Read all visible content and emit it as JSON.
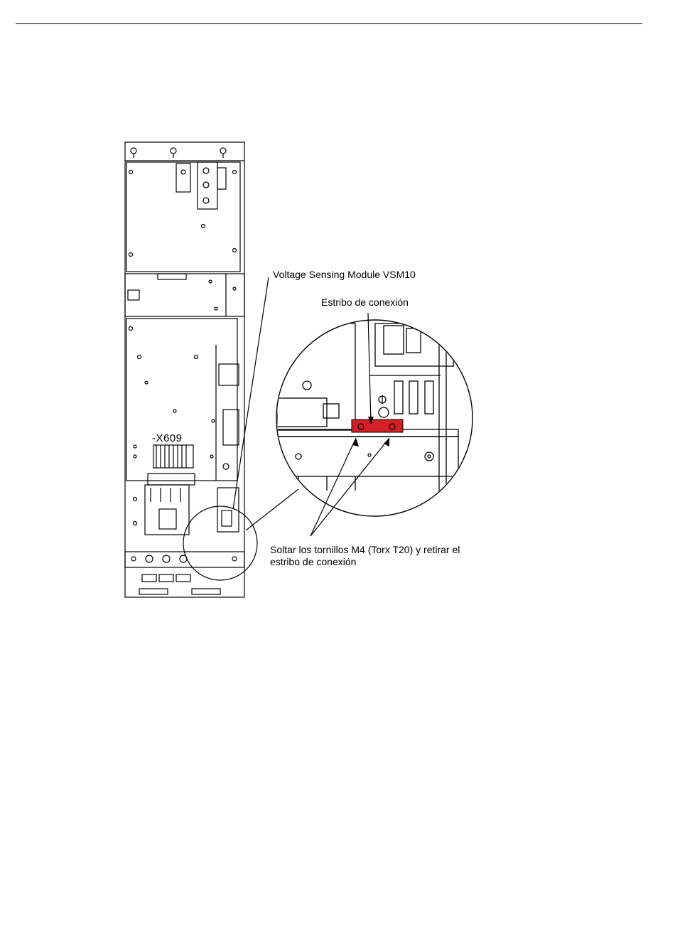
{
  "colors": {
    "line": "#000000",
    "highlight": "#d41f26",
    "background": "#ffffff"
  },
  "callouts": {
    "vsm": "Voltage Sensing Module VSM10",
    "bracket": "Estribo de conexión",
    "instruction_line1": "Soltar los tornillos M4 (Torx T20) y retirar el",
    "instruction_line2": "estribo de conexión"
  },
  "device": {
    "connector_label": "-X609"
  }
}
